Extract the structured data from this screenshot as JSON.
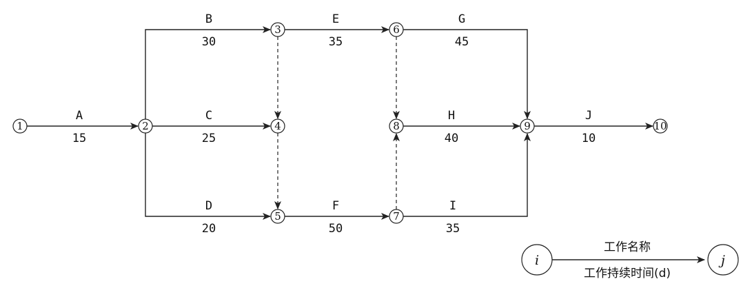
{
  "nodes": [
    {
      "id": "1",
      "label": "①"
    },
    {
      "id": "2",
      "label": "②"
    },
    {
      "id": "3",
      "label": "③"
    },
    {
      "id": "4",
      "label": "④"
    },
    {
      "id": "5",
      "label": "⑤"
    },
    {
      "id": "6",
      "label": "⑥"
    },
    {
      "id": "7",
      "label": "⑦"
    },
    {
      "id": "8",
      "label": "⑧"
    },
    {
      "id": "9",
      "label": "⑨"
    },
    {
      "id": "10",
      "label": "⑩"
    }
  ],
  "activities": [
    {
      "from": "1",
      "to": "2",
      "name": "A",
      "duration": "15"
    },
    {
      "from": "2",
      "to": "3",
      "name": "B",
      "duration": "30"
    },
    {
      "from": "2",
      "to": "4",
      "name": "C",
      "duration": "25"
    },
    {
      "from": "2",
      "to": "5",
      "name": "D",
      "duration": "20"
    },
    {
      "from": "3",
      "to": "6",
      "name": "E",
      "duration": "35"
    },
    {
      "from": "5",
      "to": "7",
      "name": "F",
      "duration": "50"
    },
    {
      "from": "6",
      "to": "9",
      "name": "G",
      "duration": "45"
    },
    {
      "from": "8",
      "to": "9",
      "name": "H",
      "duration": "40"
    },
    {
      "from": "7",
      "to": "9",
      "name": "I",
      "duration": "35"
    },
    {
      "from": "9",
      "to": "10",
      "name": "J",
      "duration": "10"
    }
  ],
  "dummies": [
    {
      "from": "3",
      "to": "4"
    },
    {
      "from": "4",
      "to": "5"
    },
    {
      "from": "6",
      "to": "8"
    },
    {
      "from": "7",
      "to": "8"
    }
  ],
  "legend": {
    "start_node": "i",
    "end_node": "j",
    "top_text": "工作名称",
    "bottom_text": "工作持续时间(d)"
  }
}
